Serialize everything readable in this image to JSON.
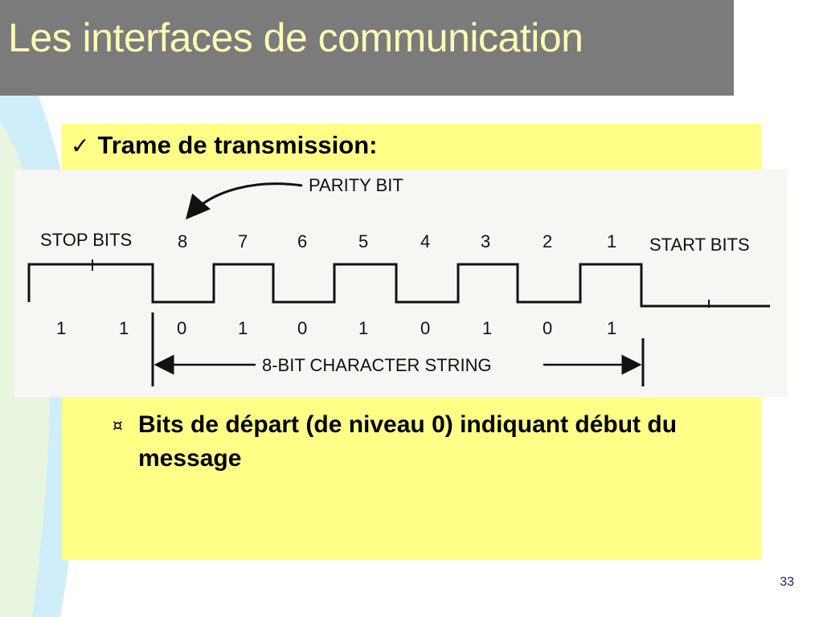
{
  "slide": {
    "title": "Les interfaces de communication",
    "page_number": "33"
  },
  "content": {
    "heading": "Trame de transmission:",
    "bullet_text": "Bits de départ (de niveau 0) indiquant début du message"
  },
  "figure": {
    "labels": {
      "parity_bit": "PARITY BIT",
      "stop_bits": "STOP BITS",
      "start_bits": "START BITS",
      "character_string": "8-BIT CHARACTER STRING"
    },
    "bit_positions": [
      "8",
      "7",
      "6",
      "5",
      "4",
      "3",
      "2",
      "1"
    ],
    "bit_values": [
      "1",
      "1",
      "0",
      "1",
      "0",
      "1",
      "0",
      "1",
      "0",
      "1"
    ]
  },
  "colors": {
    "title_bar": "#7b7b7b",
    "title_text": "#fbfbb6",
    "content_bg": "#ffff88",
    "side_wave": "#cfeefa"
  },
  "icons": {
    "heading_bullet": "checkmark-icon",
    "sub_bullet": "currency-sign-icon"
  }
}
